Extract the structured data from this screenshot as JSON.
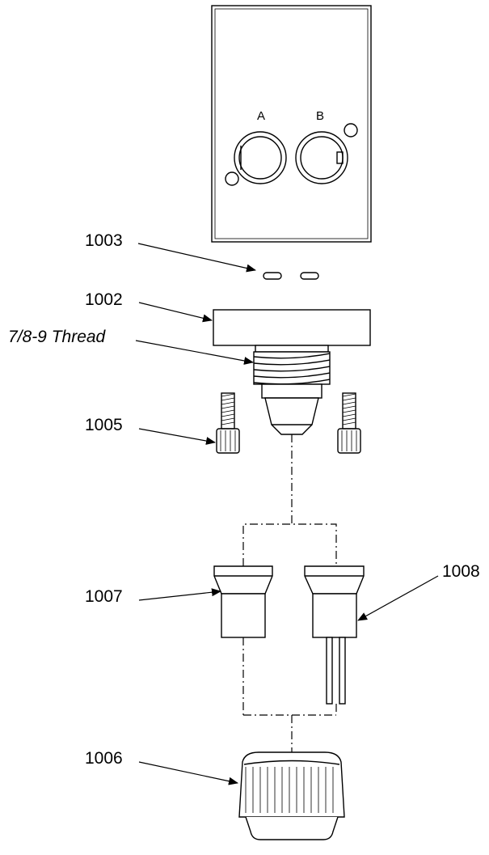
{
  "callouts": {
    "c1003": "1003",
    "c1002": "1002",
    "thread": "7/8-9 Thread",
    "c1005": "1005",
    "c1007": "1007",
    "c1008": "1008",
    "c1006": "1006"
  },
  "ports": {
    "a": "A",
    "b": "B"
  }
}
